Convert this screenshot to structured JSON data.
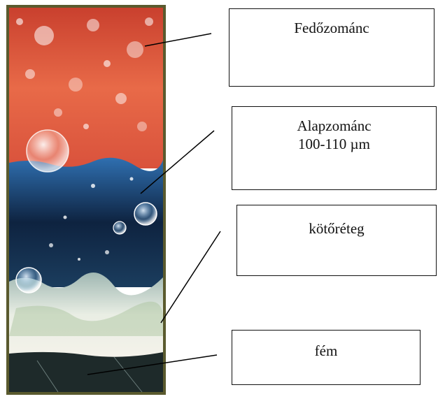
{
  "labels": {
    "topcoat": "Fedőzománc",
    "ground_coat": "Alapzománc",
    "ground_coat_thickness": "100-110 µm",
    "bond_layer": "kötőréteg",
    "metal": "fém"
  },
  "colors": {
    "frame": "#5a5a2e",
    "topcoat": "#e0553a",
    "ground_coat": "#1f4f8a",
    "bond_layer": "#d7e0d4",
    "metal": "#1e2a2a"
  }
}
